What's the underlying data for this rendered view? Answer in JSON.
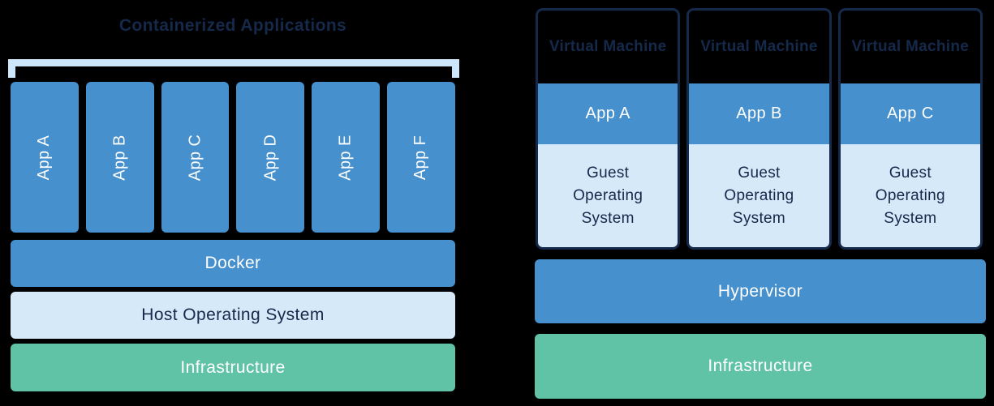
{
  "colors": {
    "bg": "#000000",
    "blue": "#4590CD",
    "lightblue": "#D6E9F8",
    "bracket": "#CDE6F9",
    "green": "#60C3A6",
    "navy": "#15294B",
    "white": "#FFFFFF"
  },
  "left": {
    "title": "Containerized Applications",
    "apps": [
      "App A",
      "App B",
      "App C",
      "App D",
      "App E",
      "App F"
    ],
    "docker_label": "Docker",
    "host_os_label": "Host Operating System",
    "infrastructure_label": "Infrastructure"
  },
  "right": {
    "vm_title": "Virtual Machine",
    "vm_apps": [
      "App A",
      "App B",
      "App C"
    ],
    "guest_os_label": "Guest Operating System",
    "hypervisor_label": "Hypervisor",
    "infrastructure_label": "Infrastructure"
  }
}
